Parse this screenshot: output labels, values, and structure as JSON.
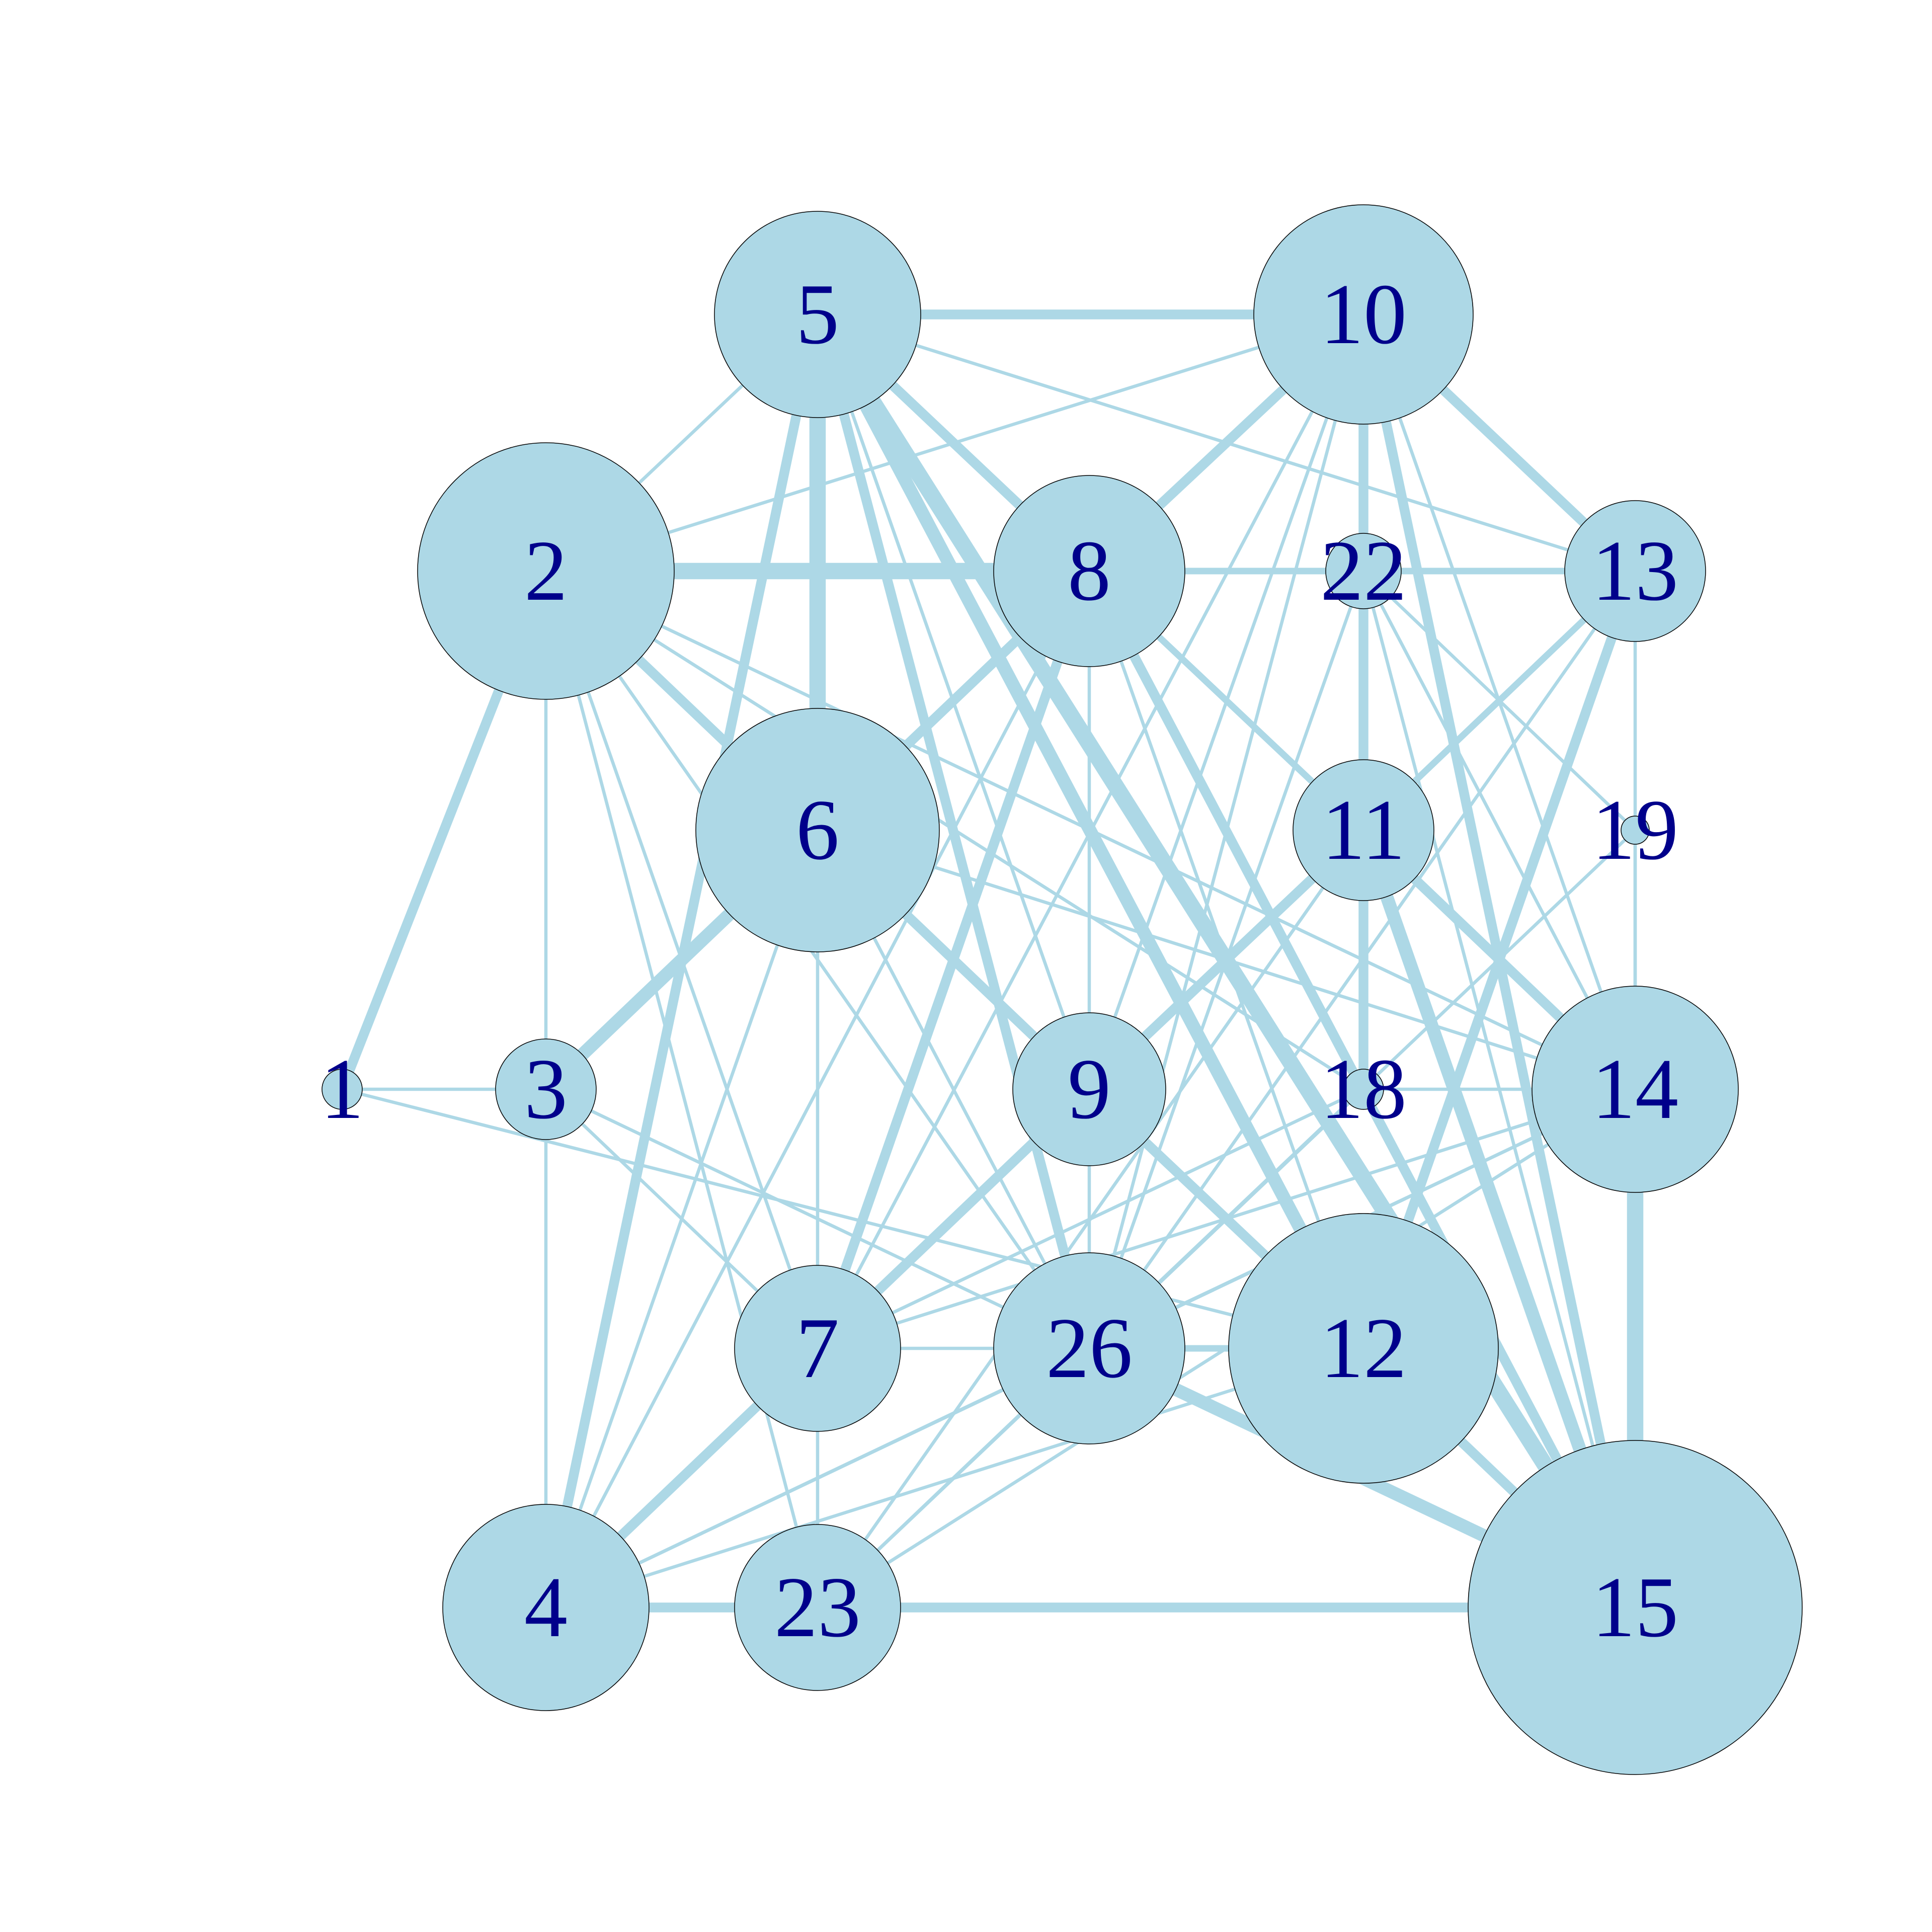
{
  "colors": {
    "edge": "#add8e6",
    "node_fill": "#add8e6",
    "node_border": "#000000",
    "label": "#00008b",
    "background": "#ffffff"
  },
  "nodes": [
    {
      "id": "1",
      "label": "1"
    },
    {
      "id": "2",
      "label": "2"
    },
    {
      "id": "3",
      "label": "3"
    },
    {
      "id": "4",
      "label": "4"
    },
    {
      "id": "5",
      "label": "5"
    },
    {
      "id": "6",
      "label": "6"
    },
    {
      "id": "7",
      "label": "7"
    },
    {
      "id": "8",
      "label": "8"
    },
    {
      "id": "9",
      "label": "9"
    },
    {
      "id": "10",
      "label": "10"
    },
    {
      "id": "11",
      "label": "11"
    },
    {
      "id": "12",
      "label": "12"
    },
    {
      "id": "13",
      "label": "13"
    },
    {
      "id": "14",
      "label": "14"
    },
    {
      "id": "15",
      "label": "15"
    },
    {
      "id": "18",
      "label": "18"
    },
    {
      "id": "19",
      "label": "19"
    },
    {
      "id": "22",
      "label": "22"
    },
    {
      "id": "23",
      "label": "23"
    },
    {
      "id": "26",
      "label": "26"
    }
  ],
  "edges": [
    {
      "source": "5",
      "target": "10",
      "weight": 3
    },
    {
      "source": "5",
      "target": "2",
      "weight": 1
    },
    {
      "source": "5",
      "target": "6",
      "weight": 5
    },
    {
      "source": "5",
      "target": "4",
      "weight": 3
    },
    {
      "source": "5",
      "target": "8",
      "weight": 3
    },
    {
      "source": "5",
      "target": "15",
      "weight": 5
    },
    {
      "source": "5",
      "target": "12",
      "weight": 4
    },
    {
      "source": "5",
      "target": "26",
      "weight": 3
    },
    {
      "source": "5",
      "target": "9",
      "weight": 1
    },
    {
      "source": "5",
      "target": "13",
      "weight": 1
    },
    {
      "source": "10",
      "target": "2",
      "weight": 1
    },
    {
      "source": "10",
      "target": "8",
      "weight": 3
    },
    {
      "source": "10",
      "target": "22",
      "weight": 3
    },
    {
      "source": "10",
      "target": "13",
      "weight": 3
    },
    {
      "source": "10",
      "target": "15",
      "weight": 3
    },
    {
      "source": "10",
      "target": "7",
      "weight": 1
    },
    {
      "source": "10",
      "target": "9",
      "weight": 1
    },
    {
      "source": "10",
      "target": "26",
      "weight": 1
    },
    {
      "source": "10",
      "target": "14",
      "weight": 1
    },
    {
      "source": "2",
      "target": "8",
      "weight": 5
    },
    {
      "source": "2",
      "target": "6",
      "weight": 3
    },
    {
      "source": "2",
      "target": "1",
      "weight": 3
    },
    {
      "source": "2",
      "target": "3",
      "weight": 1
    },
    {
      "source": "2",
      "target": "7",
      "weight": 1
    },
    {
      "source": "2",
      "target": "23",
      "weight": 1
    },
    {
      "source": "2",
      "target": "26",
      "weight": 1
    },
    {
      "source": "2",
      "target": "18",
      "weight": 1
    },
    {
      "source": "2",
      "target": "14",
      "weight": 1
    },
    {
      "source": "8",
      "target": "22",
      "weight": 2
    },
    {
      "source": "8",
      "target": "6",
      "weight": 3
    },
    {
      "source": "8",
      "target": "9",
      "weight": 1
    },
    {
      "source": "8",
      "target": "7",
      "weight": 3
    },
    {
      "source": "8",
      "target": "11",
      "weight": 2
    },
    {
      "source": "8",
      "target": "15",
      "weight": 3
    },
    {
      "source": "8",
      "target": "12",
      "weight": 1
    },
    {
      "source": "8",
      "target": "4",
      "weight": 1
    },
    {
      "source": "22",
      "target": "13",
      "weight": 2
    },
    {
      "source": "22",
      "target": "11",
      "weight": 3
    },
    {
      "source": "22",
      "target": "19",
      "weight": 1
    },
    {
      "source": "22",
      "target": "14",
      "weight": 1
    },
    {
      "source": "22",
      "target": "15",
      "weight": 1
    },
    {
      "source": "22",
      "target": "26",
      "weight": 1
    },
    {
      "source": "13",
      "target": "11",
      "weight": 2
    },
    {
      "source": "13",
      "target": "12",
      "weight": 3
    },
    {
      "source": "13",
      "target": "14",
      "weight": 1
    },
    {
      "source": "13",
      "target": "26",
      "weight": 1
    },
    {
      "source": "6",
      "target": "3",
      "weight": 4
    },
    {
      "source": "6",
      "target": "9",
      "weight": 3
    },
    {
      "source": "6",
      "target": "7",
      "weight": 1
    },
    {
      "source": "6",
      "target": "4",
      "weight": 1
    },
    {
      "source": "6",
      "target": "14",
      "weight": 1
    },
    {
      "source": "6",
      "target": "26",
      "weight": 1
    },
    {
      "source": "11",
      "target": "18",
      "weight": 3
    },
    {
      "source": "11",
      "target": "9",
      "weight": 3
    },
    {
      "source": "11",
      "target": "15",
      "weight": 4
    },
    {
      "source": "11",
      "target": "14",
      "weight": 3
    },
    {
      "source": "11",
      "target": "23",
      "weight": 1
    },
    {
      "source": "19",
      "target": "14",
      "weight": 1
    },
    {
      "source": "19",
      "target": "26",
      "weight": 1
    },
    {
      "source": "1",
      "target": "3",
      "weight": 1
    },
    {
      "source": "1",
      "target": "12",
      "weight": 1
    },
    {
      "source": "3",
      "target": "4",
      "weight": 1
    },
    {
      "source": "3",
      "target": "26",
      "weight": 1
    },
    {
      "source": "3",
      "target": "7",
      "weight": 1
    },
    {
      "source": "9",
      "target": "7",
      "weight": 3
    },
    {
      "source": "9",
      "target": "12",
      "weight": 3
    },
    {
      "source": "9",
      "target": "26",
      "weight": 1
    },
    {
      "source": "9",
      "target": "4",
      "weight": 1
    },
    {
      "source": "18",
      "target": "14",
      "weight": 1
    },
    {
      "source": "18",
      "target": "15",
      "weight": 1
    },
    {
      "source": "18",
      "target": "7",
      "weight": 1
    },
    {
      "source": "18",
      "target": "23",
      "weight": 1
    },
    {
      "source": "14",
      "target": "15",
      "weight": 5
    },
    {
      "source": "14",
      "target": "7",
      "weight": 1
    },
    {
      "source": "14",
      "target": "26",
      "weight": 1
    },
    {
      "source": "14",
      "target": "4",
      "weight": 1
    },
    {
      "source": "14",
      "target": "23",
      "weight": 1
    },
    {
      "source": "7",
      "target": "26",
      "weight": 1
    },
    {
      "source": "7",
      "target": "23",
      "weight": 1
    },
    {
      "source": "7",
      "target": "4",
      "weight": 3
    },
    {
      "source": "26",
      "target": "12",
      "weight": 2
    },
    {
      "source": "26",
      "target": "15",
      "weight": 4
    },
    {
      "source": "26",
      "target": "4",
      "weight": 1
    },
    {
      "source": "26",
      "target": "23",
      "weight": 1
    },
    {
      "source": "12",
      "target": "15",
      "weight": 3
    },
    {
      "source": "12",
      "target": "4",
      "weight": 1
    },
    {
      "source": "4",
      "target": "23",
      "weight": 3
    },
    {
      "source": "23",
      "target": "15",
      "weight": 3
    }
  ]
}
